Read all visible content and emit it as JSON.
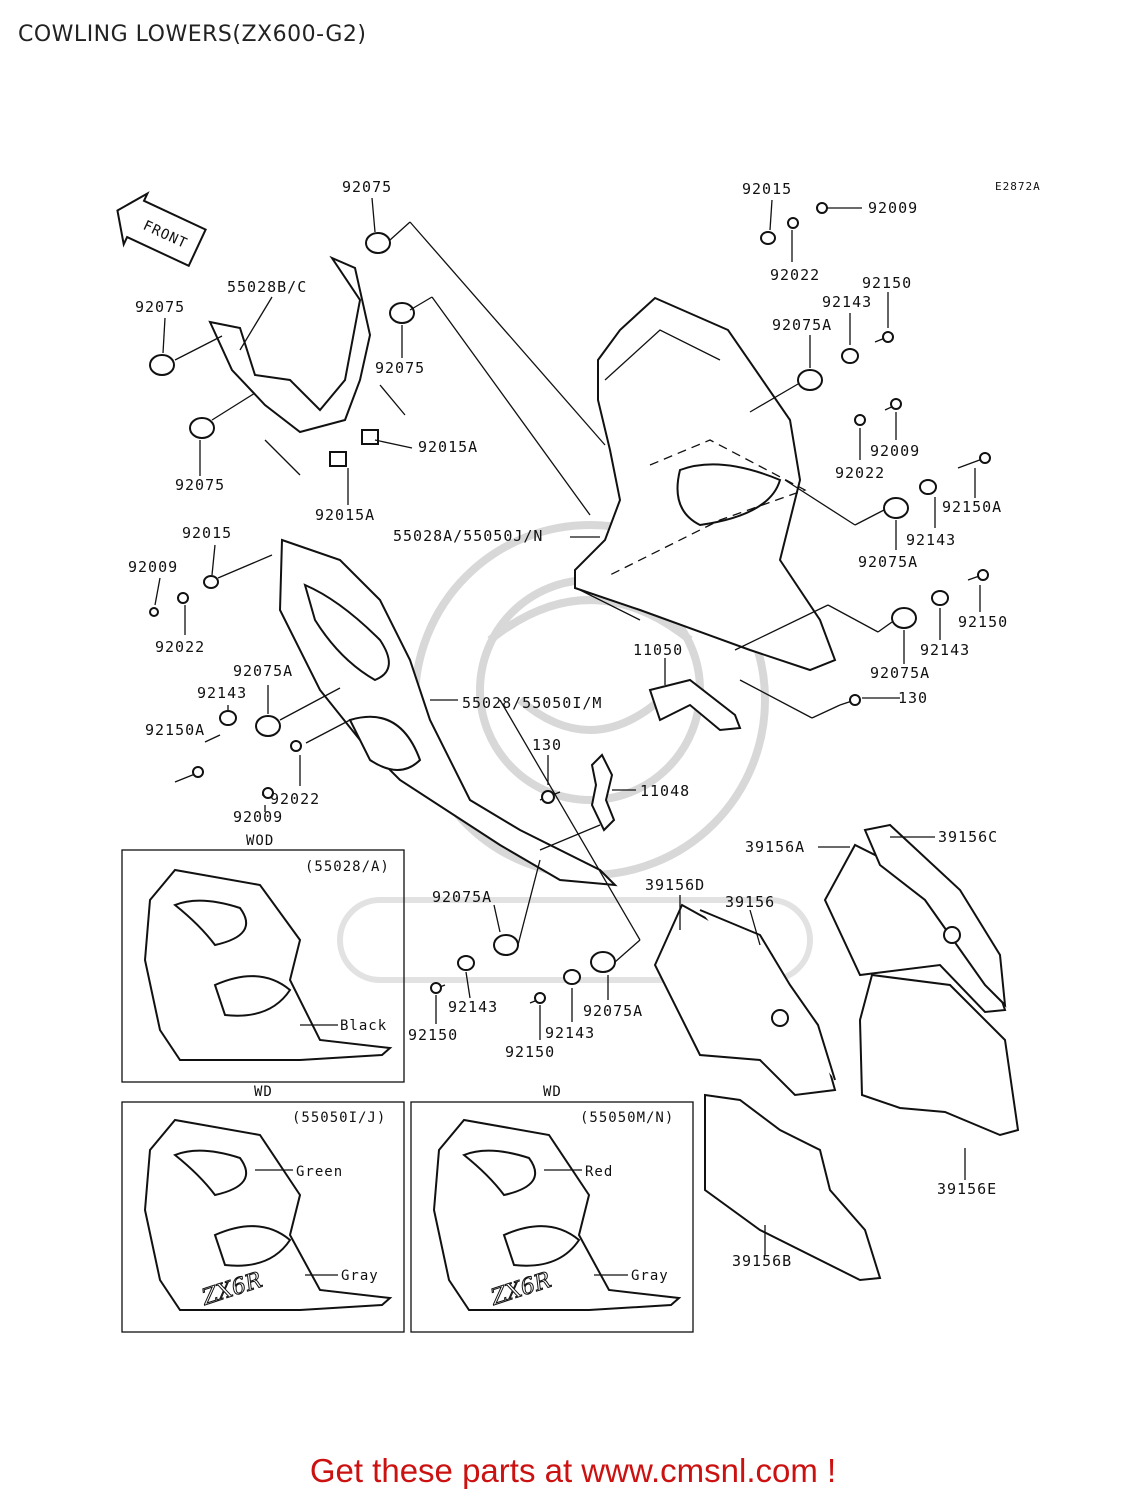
{
  "title": "COWLING LOWERS(ZX600-G2)",
  "diagram_code": "E2872A",
  "front_arrow_text": "FRONT",
  "part_labels": [
    "92075",
    "55028B/C",
    "92075",
    "92075",
    "92075",
    "92015A",
    "92015A",
    "92015",
    "92022",
    "92009",
    "92150",
    "92143",
    "92075A",
    "92009",
    "92022",
    "92150A",
    "92143",
    "92075A",
    "92150",
    "92143",
    "92075A",
    "130",
    "55028A/55050J/N",
    "11050",
    "92015",
    "92009",
    "92022",
    "92075A",
    "92143",
    "92150A",
    "55028/55050I/M",
    "92022",
    "92009",
    "130",
    "11048",
    "92075A",
    "92143",
    "92150",
    "92143",
    "92150",
    "92075A",
    "39156A",
    "39156C",
    "39156D",
    "39156",
    "39156E",
    "39156B"
  ],
  "variant_boxes": [
    {
      "header": "WOD",
      "code": "(55028/A)",
      "colors": [
        "Black"
      ]
    },
    {
      "header": "WD",
      "code": "(55050I/J)",
      "colors": [
        "Green",
        "Gray"
      ]
    },
    {
      "header": "WD",
      "code": "(55050M/N)",
      "colors": [
        "Red",
        "Gray"
      ]
    }
  ],
  "decal_text": "ZX6R",
  "footer": "Get these parts at www.cmsnl.com !",
  "colors": {
    "footer": "#cc1111",
    "line": "#111111",
    "watermark": "#d8d8d8"
  }
}
